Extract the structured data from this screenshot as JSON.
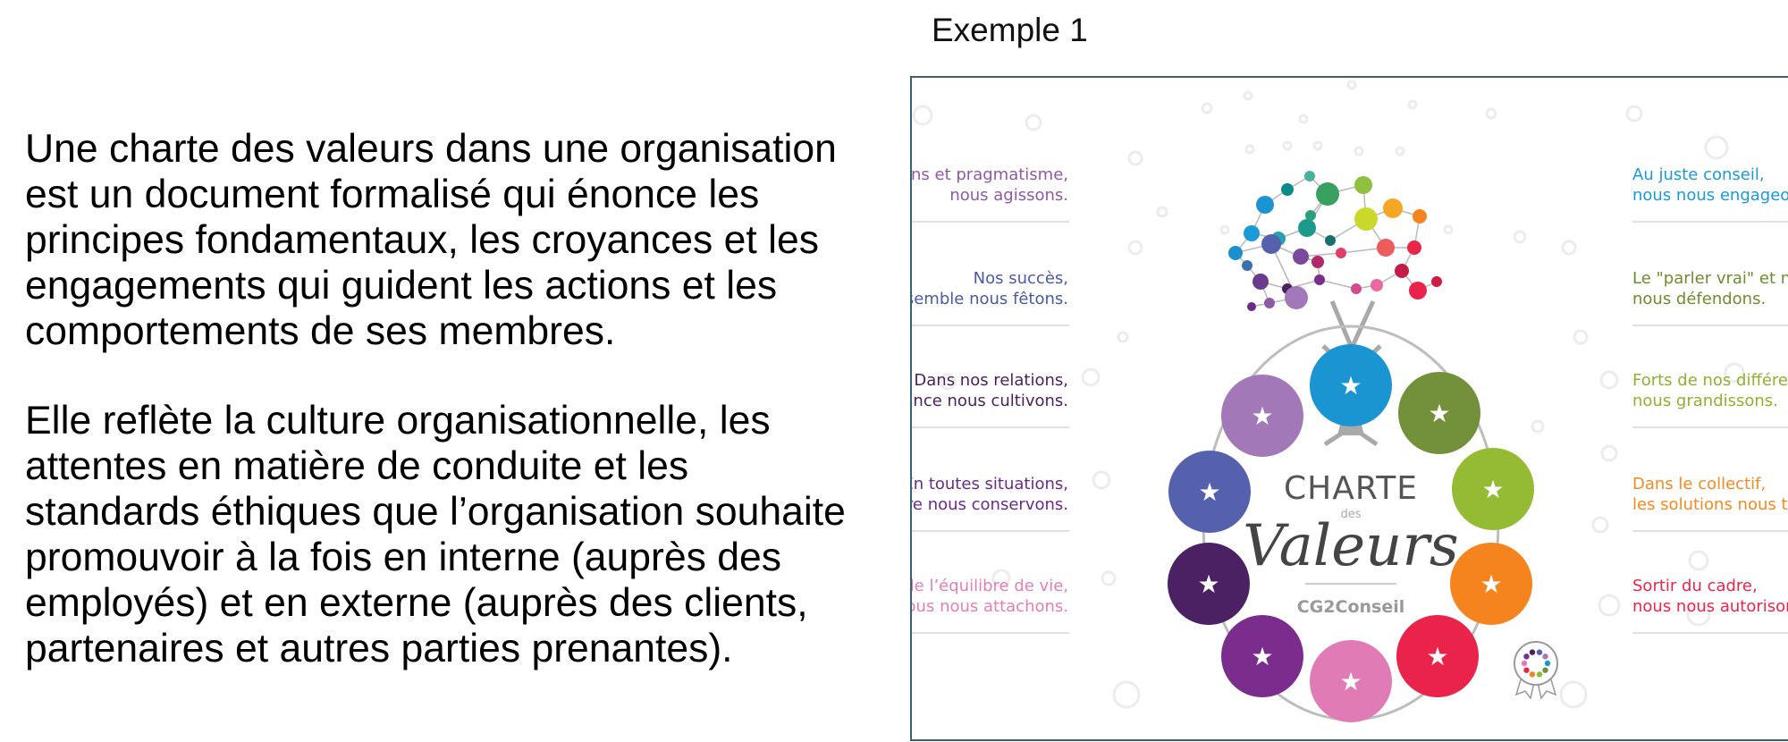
{
  "example_title": "Exemple 1",
  "paragraph1": [
    "Une charte des valeurs dans une organisation",
    "est un document formalisé qui énonce les",
    "principes fondamentaux, les croyances et les",
    "engagements qui guident les actions et les",
    "comportements de ses membres."
  ],
  "paragraph2": [
    "Elle reflète la culture organisationnelle, les",
    "attentes en matière de conduite et les",
    "standards éthiques que l’organisation souhaite",
    "promouvoir à la fois en interne (auprès des",
    "employés) et en externe (auprès des clients,",
    "partenaires et autres parties prenantes)."
  ],
  "poster": {
    "title_top": "CHARTE",
    "title_small": "des",
    "title_script": "Valeurs",
    "brand": "CG2Conseil",
    "left_values": [
      {
        "line1": "ens et pragmatisme,",
        "line2": "nous agissons.",
        "color": "#8e5aa6"
      },
      {
        "line1": "Nos succès,",
        "line2": "semble nous fêtons.",
        "color": "#4a5aa0"
      },
      {
        "line1": "Dans nos relations,",
        "line2": "iance nous cultivons.",
        "color": "#4b1f5c"
      },
      {
        "line1": "En toutes situations,",
        "line2": "ire nous conservons.",
        "color": "#6a2a8a"
      },
      {
        "line1": "t de l’équilibre de vie,",
        "line2": "nous nous attachons.",
        "color": "#e080b6"
      }
    ],
    "right_values": [
      {
        "line1": "Au juste conseil,",
        "line2": "nous nous engageon",
        "color": "#1a9ad6"
      },
      {
        "line1": "Le \"parler vrai\" et no",
        "line2": "nous défendons.",
        "color": "#6e8c2e"
      },
      {
        "line1": "Forts de nos différer",
        "line2": "nous grandissons.",
        "color": "#8fb030"
      },
      {
        "line1": "Dans le collectif,",
        "line2": "les solutions nous tr",
        "color": "#f28a1e"
      },
      {
        "line1": "Sortir du cadre,",
        "line2": "nous nous autorison",
        "color": "#e8264a"
      }
    ],
    "star_colors": [
      "#1a95d2",
      "#73913a",
      "#94bb33",
      "#f5841f",
      "#e92349",
      "#e07bb6",
      "#7b2d8e",
      "#4c2163",
      "#5561ad",
      "#a278b8"
    ],
    "star_glyph": "★"
  }
}
